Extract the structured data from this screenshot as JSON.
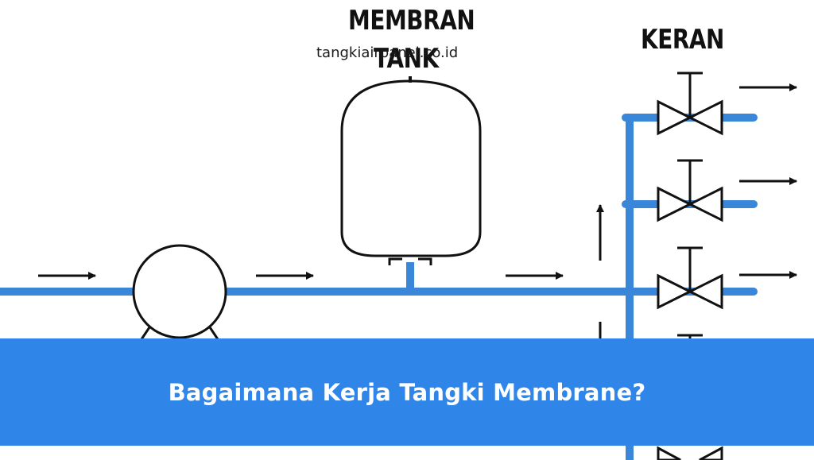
{
  "diagram": {
    "labels": {
      "tank_title": "MEMBRAN",
      "tank_subtitle": "TANK",
      "faucet": "KERAN"
    },
    "watermark": "tangkiairpanel.co.id"
  },
  "banner": {
    "title": "Bagaimana Kerja Tangki Membrane?"
  },
  "colors": {
    "pipe": "#3a86d9",
    "line": "#111111",
    "banner": "#2f86e8",
    "banner_text": "#ffffff"
  }
}
